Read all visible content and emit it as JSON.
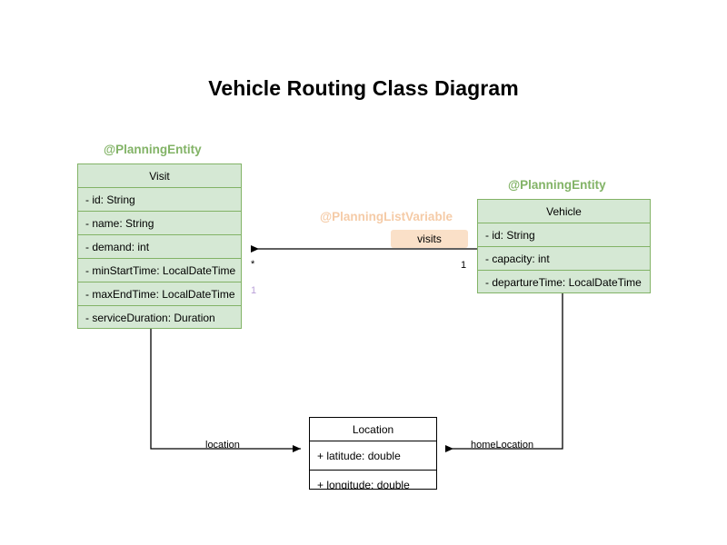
{
  "diagram": {
    "title": "Vehicle Routing Class Diagram",
    "type": "uml-class-diagram"
  },
  "colors": {
    "entity_fill": "#d5e8d4",
    "entity_border": "#82b366",
    "stereotype_entity": "#82b366",
    "stereotype_listvariable": "#f5cba7",
    "badge_fill": "#fae0c8",
    "plain_fill": "#ffffff",
    "plain_border": "#000000",
    "multiplicity_lilac": "#b9a0d8",
    "line": "#000000",
    "background": "#ffffff"
  },
  "classes": [
    {
      "id": "visit",
      "name": "Visit",
      "stereotype": "@PlanningEntity",
      "attributes": [
        "- id: String",
        "- name: String",
        "- demand: int",
        "- minStartTime: LocalDateTime",
        "- maxEndTime: LocalDateTime",
        "- serviceDuration: Duration"
      ]
    },
    {
      "id": "vehicle",
      "name": "Vehicle",
      "stereotype": "@PlanningEntity",
      "attributes": [
        "- id: String",
        "- capacity: int",
        "- departureTime: LocalDateTime"
      ]
    },
    {
      "id": "location",
      "name": "Location",
      "stereotype": "",
      "attributes": [
        "+ latitude: double",
        "+ longitude: double"
      ]
    }
  ],
  "associations": [
    {
      "id": "visits",
      "from": "vehicle",
      "to": "visit",
      "label": "visits",
      "stereotype": "@PlanningListVariable",
      "source_multiplicity": "1",
      "target_multiplicity": "*",
      "extra_multiplicity": "1",
      "arrow": "left"
    },
    {
      "id": "location-ref",
      "from": "visit",
      "to": "location",
      "label": "location",
      "arrow": "right"
    },
    {
      "id": "homelocation-ref",
      "from": "vehicle",
      "to": "location",
      "label": "homeLocation",
      "arrow": "left"
    }
  ]
}
